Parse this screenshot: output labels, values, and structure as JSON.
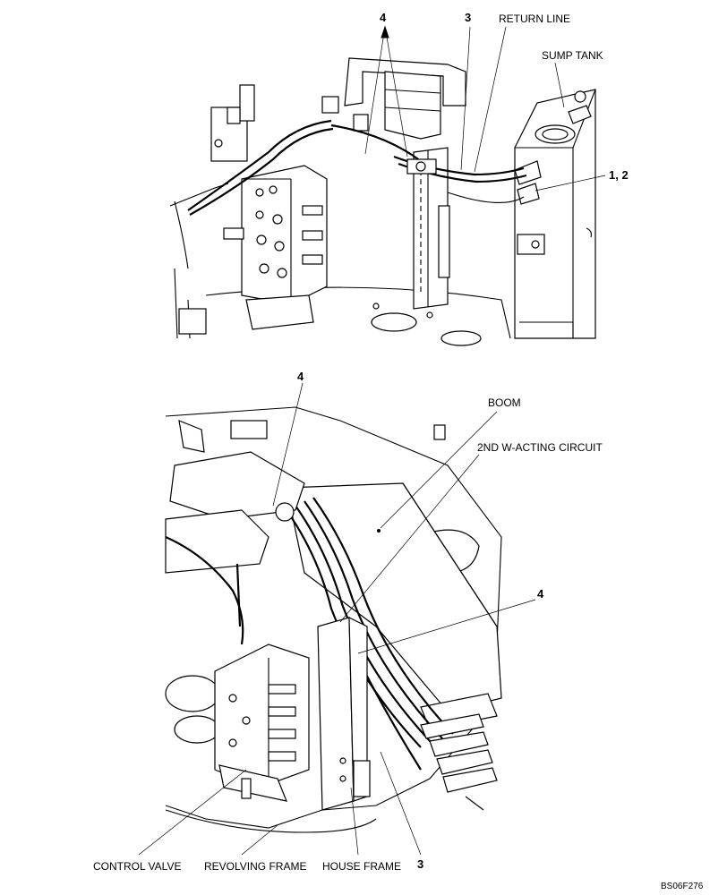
{
  "top_view": {
    "callouts": {
      "four": "4",
      "three": "3",
      "one_two": "1, 2"
    },
    "labels": {
      "return_line": "RETURN LINE",
      "sump_tank": "SUMP TANK"
    }
  },
  "bottom_view": {
    "callouts": {
      "four_upper": "4",
      "four_right": "4",
      "three": "3"
    },
    "labels": {
      "boom": "BOOM",
      "second_circuit": "2ND W-ACTING CIRCUIT",
      "control_valve": "CONTROL VALVE",
      "revolving_frame": "REVOLVING FRAME",
      "house_frame": "HOUSE FRAME"
    }
  },
  "figure_code": "BS06F276"
}
